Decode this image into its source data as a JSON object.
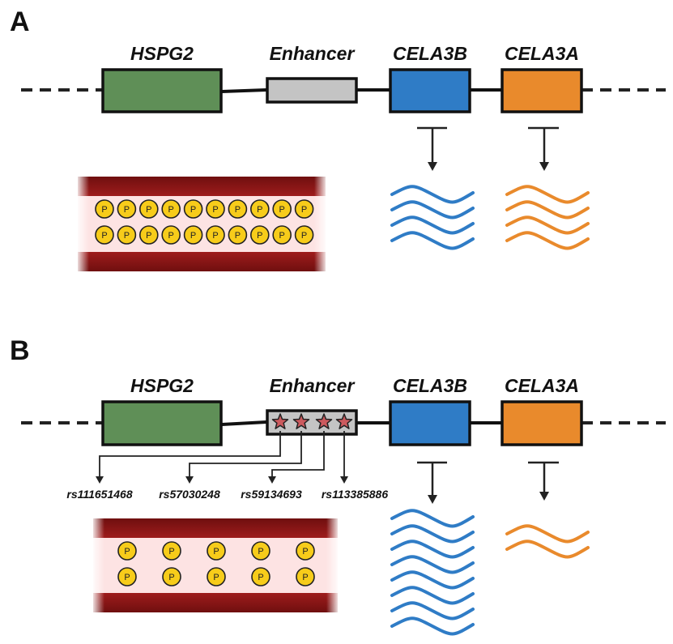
{
  "panels": [
    {
      "letter": "A",
      "genes": {
        "hspg2": "HSPG2",
        "enhancer": "Enhancer",
        "cela3b": "CELA3B",
        "cela3a": "CELA3A"
      },
      "snps": [],
      "vessel": {
        "rows": 2,
        "particles_per_row": 10,
        "particle_label": "P"
      },
      "transcripts": {
        "cela3b_waves": 4,
        "cela3a_waves": 4
      }
    },
    {
      "letter": "B",
      "genes": {
        "hspg2": "HSPG2",
        "enhancer": "Enhancer",
        "cela3b": "CELA3B",
        "cela3a": "CELA3A"
      },
      "snps": [
        "rs111651468",
        "rs57030248",
        "rs59134693",
        "rs113385886"
      ],
      "vessel": {
        "rows": 2,
        "particles_per_row": 5,
        "particle_label": "P"
      },
      "transcripts": {
        "cela3b_waves": 8,
        "cela3a_waves": 2
      }
    }
  ],
  "colors": {
    "hspg2": "#5f8f57",
    "enhancer": "#c4c4c4",
    "cela3b": "#2f7cc6",
    "cela3a": "#e98a2c",
    "vessel_wall": "#8e1616",
    "vessel_lumen": "#fde3e3",
    "particle": "#f7cc1a",
    "snp_star": "#cc5a5e"
  }
}
